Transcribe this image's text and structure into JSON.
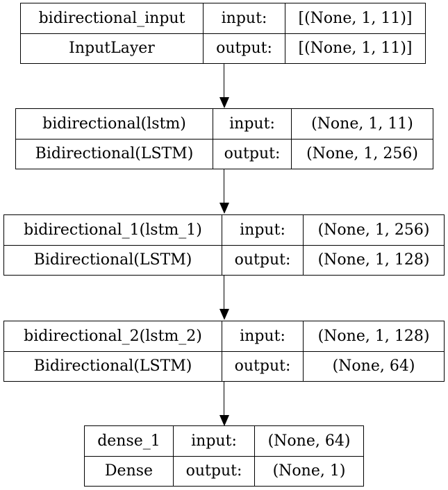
{
  "layers": [
    {
      "name": "bidirectional_input",
      "type": "InputLayer",
      "input_label": "input:",
      "output_label": "output:",
      "input_shape": "[(None, 1, 11)]",
      "output_shape": "[(None, 1, 11)]"
    },
    {
      "name": "bidirectional(lstm)",
      "type": "Bidirectional(LSTM)",
      "input_label": "input:",
      "output_label": "output:",
      "input_shape": "(None, 1, 11)",
      "output_shape": "(None, 1, 256)"
    },
    {
      "name": "bidirectional_1(lstm_1)",
      "type": "Bidirectional(LSTM)",
      "input_label": "input:",
      "output_label": "output:",
      "input_shape": "(None, 1, 256)",
      "output_shape": "(None, 1, 128)"
    },
    {
      "name": "bidirectional_2(lstm_2)",
      "type": "Bidirectional(LSTM)",
      "input_label": "input:",
      "output_label": "output:",
      "input_shape": "(None, 1, 128)",
      "output_shape": "(None, 64)"
    },
    {
      "name": "dense_1",
      "type": "Dense",
      "input_label": "input:",
      "output_label": "output:",
      "input_shape": "(None, 64)",
      "output_shape": "(None, 1)"
    }
  ]
}
